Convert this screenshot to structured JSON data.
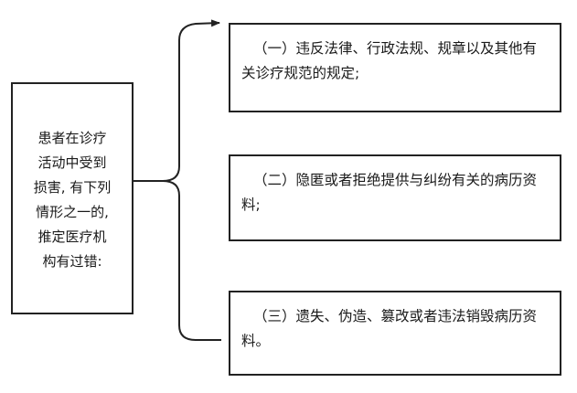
{
  "left": {
    "lines": [
      "患者在诊疗",
      "活动中受到",
      "损害, 有下列",
      "情形之一的,",
      "推定医疗机",
      "构有过错:"
    ]
  },
  "items": [
    {
      "text": "（一）违反法律、行政法规、规章以及其他有关诊疗规范的规定;"
    },
    {
      "text": "（二）隐匿或者拒绝提供与纠纷有关的病历资料;"
    },
    {
      "text": "（三）遗失、伪造、篡改或者违法销毁病历资料。"
    }
  ],
  "colors": {
    "line": "#222222",
    "text": "#1a1a1a",
    "background": "#ffffff"
  }
}
